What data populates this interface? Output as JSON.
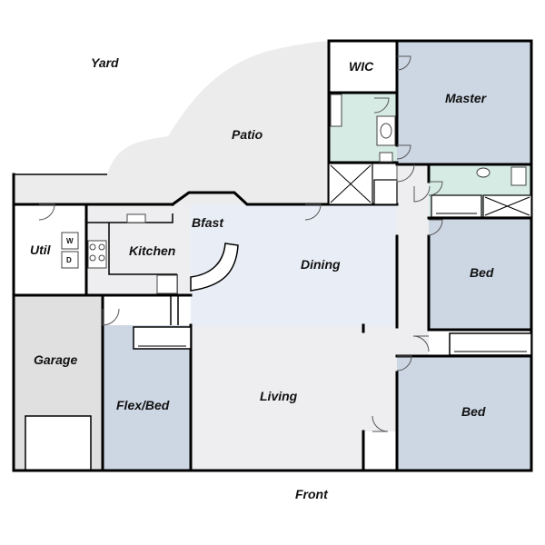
{
  "labels": {
    "yard": "Yard",
    "patio": "Patio",
    "wic": "WIC",
    "master": "Master",
    "util": "Util",
    "kitchen": "Kitchen",
    "bfast": "Bfast",
    "dining": "Dining",
    "bed_upper": "Bed",
    "garage": "Garage",
    "flex_bed": "Flex/Bed",
    "living": "Living",
    "bed_lower": "Bed",
    "front": "Front",
    "washer": "W",
    "dryer": "D"
  },
  "colors": {
    "bedroom": "#cdd7e4",
    "living": "#eeeef1",
    "dining": "#e9eef6",
    "bath": "#d6ebe4",
    "patio": "#ececec",
    "garage": "#e0e0e0",
    "wall": "#000000"
  }
}
